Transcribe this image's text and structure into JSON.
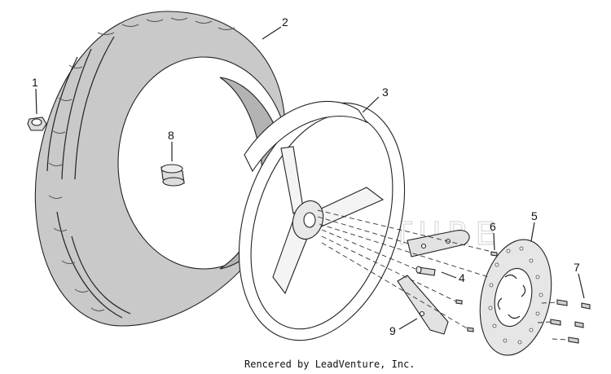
{
  "diagram": {
    "callouts": [
      "1",
      "2",
      "3",
      "4",
      "5",
      "6",
      "7",
      "8",
      "9"
    ],
    "watermark": "LEADVENTURE",
    "credit": "Rencered by LeadVenture, Inc."
  },
  "colors": {
    "tire": "#c9c9c9",
    "tire_inner": "#b3b3b3",
    "part_fill": "#e2e2e2",
    "wheel_fill": "#ffffff",
    "line": "#222222"
  }
}
